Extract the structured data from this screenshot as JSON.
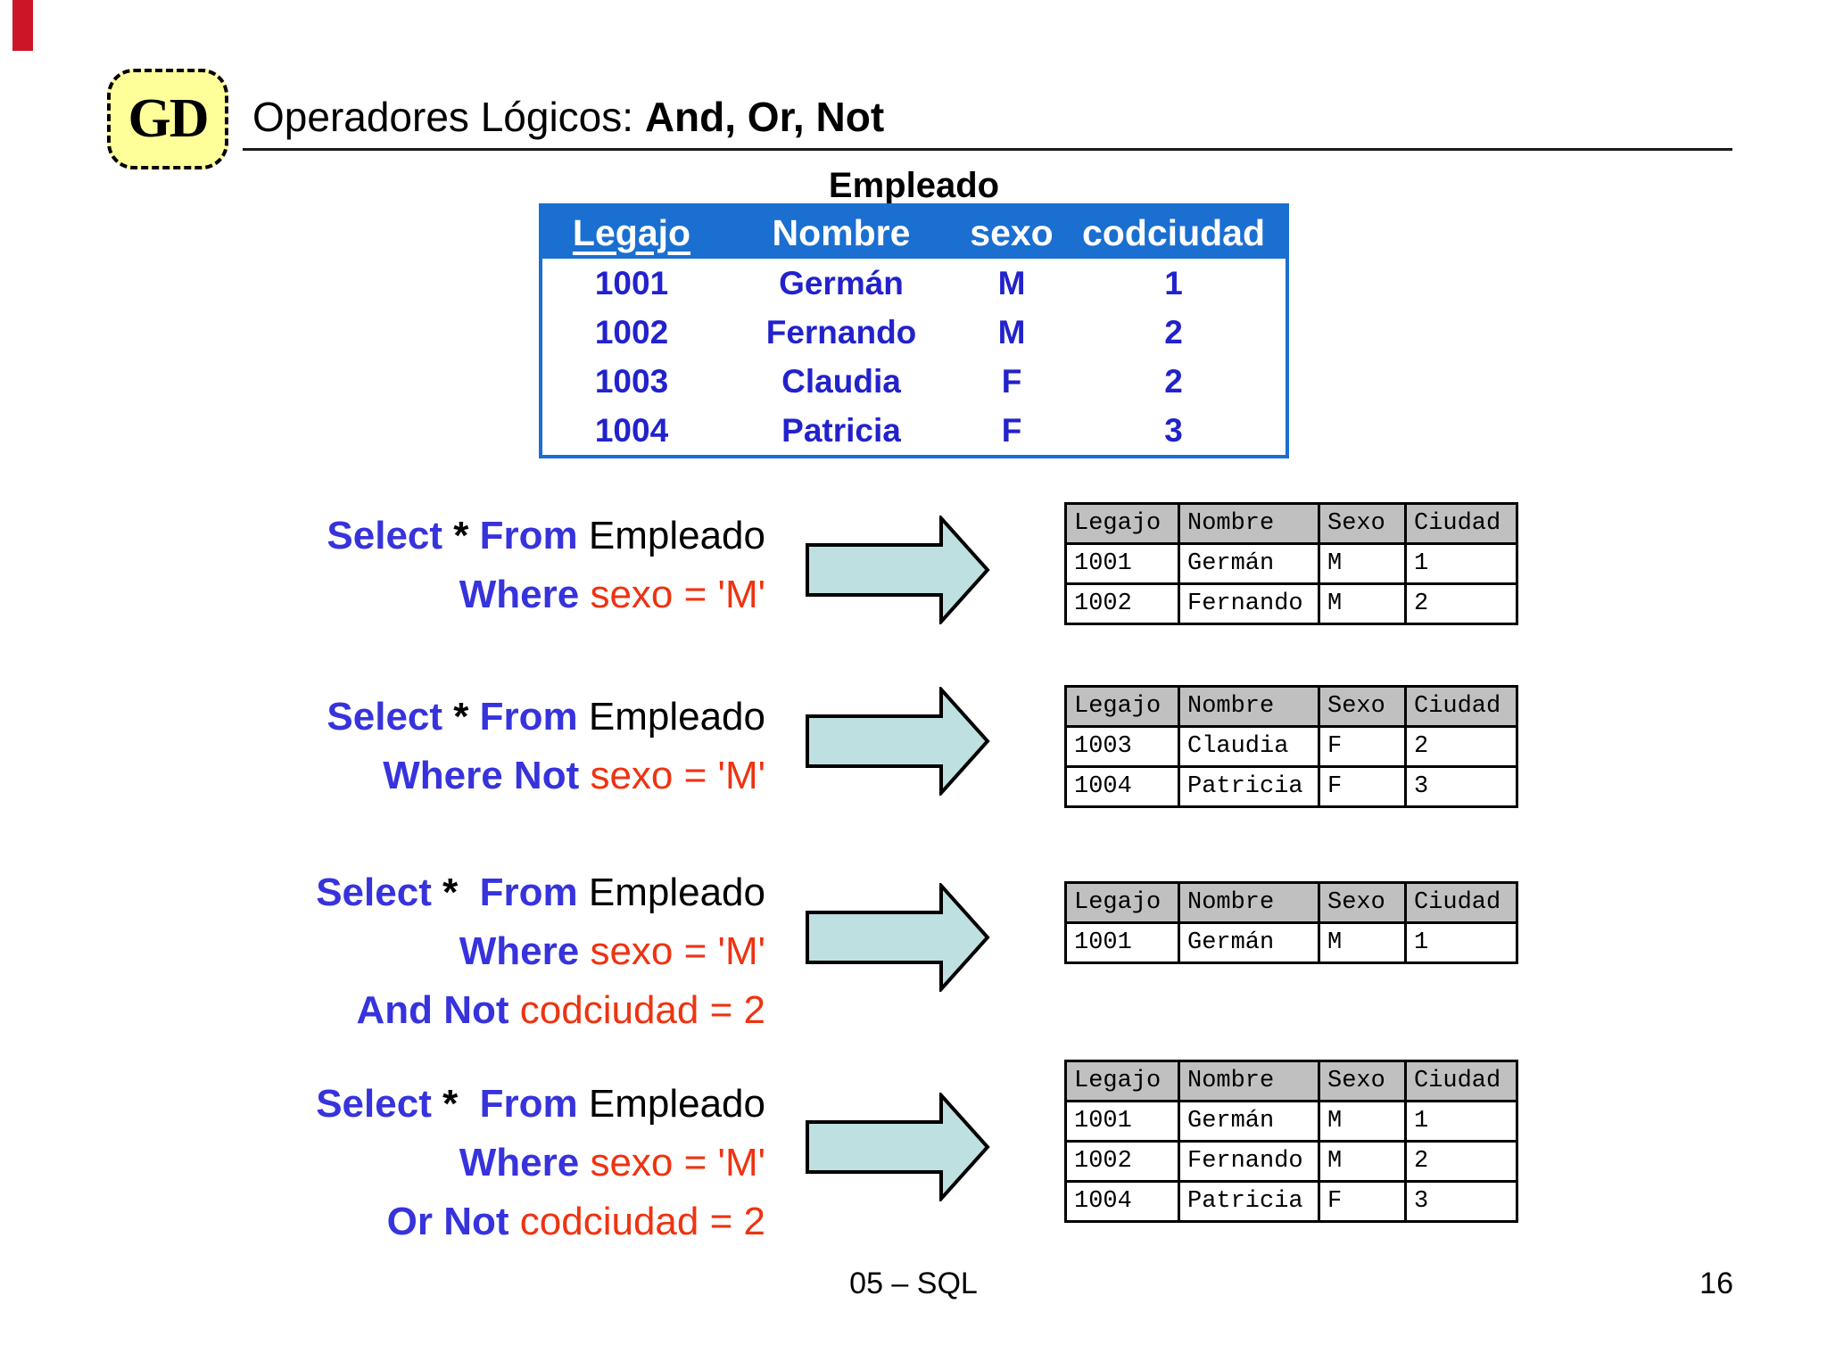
{
  "logo": {
    "text": "GD"
  },
  "header": {
    "title_regular": "Operadores Lógicos: ",
    "title_bold": "And, Or, Not"
  },
  "empleado_table": {
    "title": "Empleado",
    "headers": [
      "Legajo",
      "Nombre",
      "sexo",
      "codciudad"
    ],
    "rows": [
      [
        "1001",
        "Germán",
        "M",
        "1"
      ],
      [
        "1002",
        "Fernando",
        "M",
        "2"
      ],
      [
        "1003",
        "Claudia",
        "F",
        "2"
      ],
      [
        "1004",
        "Patricia",
        "F",
        "3"
      ]
    ]
  },
  "queries": [
    {
      "lines": [
        {
          "segments": [
            {
              "text": "Select",
              "style": "kw"
            },
            {
              "text": " * ",
              "style": "op"
            },
            {
              "text": "From",
              "style": "kw"
            },
            {
              "text": " Empleado",
              "style": "plain"
            }
          ]
        },
        {
          "segments": [
            {
              "text": "Where",
              "style": "kw"
            },
            {
              "text": " sexo = 'M'",
              "style": "cond"
            }
          ]
        }
      ]
    },
    {
      "lines": [
        {
          "segments": [
            {
              "text": "Select",
              "style": "kw"
            },
            {
              "text": " * ",
              "style": "op"
            },
            {
              "text": "From",
              "style": "kw"
            },
            {
              "text": " Empleado",
              "style": "plain"
            }
          ]
        },
        {
          "segments": [
            {
              "text": "Where Not",
              "style": "kw"
            },
            {
              "text": " sexo = 'M'",
              "style": "cond"
            }
          ]
        }
      ]
    },
    {
      "lines": [
        {
          "segments": [
            {
              "text": "Select",
              "style": "kw"
            },
            {
              "text": " *  ",
              "style": "op"
            },
            {
              "text": "From",
              "style": "kw"
            },
            {
              "text": " Empleado",
              "style": "plain"
            }
          ]
        },
        {
          "segments": [
            {
              "text": "Where",
              "style": "kw"
            },
            {
              "text": " sexo = 'M'",
              "style": "cond"
            }
          ]
        },
        {
          "segments": [
            {
              "text": "And Not",
              "style": "kw"
            },
            {
              "text": " codciudad = 2",
              "style": "cond"
            }
          ]
        }
      ]
    },
    {
      "lines": [
        {
          "segments": [
            {
              "text": "Select",
              "style": "kw"
            },
            {
              "text": " *  ",
              "style": "op"
            },
            {
              "text": "From",
              "style": "kw"
            },
            {
              "text": " Empleado",
              "style": "plain"
            }
          ]
        },
        {
          "segments": [
            {
              "text": "Where",
              "style": "kw"
            },
            {
              "text": " sexo = 'M'",
              "style": "cond"
            }
          ]
        },
        {
          "segments": [
            {
              "text": "Or Not",
              "style": "kw"
            },
            {
              "text": " codciudad = 2",
              "style": "cond"
            }
          ]
        }
      ]
    }
  ],
  "result_tables": {
    "headers": [
      "Legajo",
      "Nombre",
      "Sexo",
      "Ciudad"
    ],
    "tables": [
      {
        "rows": [
          [
            "1001",
            "Germán",
            "M",
            "1"
          ],
          [
            "1002",
            "Fernando",
            "M",
            "2"
          ]
        ]
      },
      {
        "rows": [
          [
            "1003",
            "Claudia",
            "F",
            "2"
          ],
          [
            "1004",
            "Patricia",
            "F",
            "3"
          ]
        ]
      },
      {
        "rows": [
          [
            "1001",
            "Germán",
            "M",
            "1"
          ]
        ]
      },
      {
        "rows": [
          [
            "1001",
            "Germán",
            "M",
            "1"
          ],
          [
            "1002",
            "Fernando",
            "M",
            "2"
          ],
          [
            "1004",
            "Patricia",
            "F",
            "3"
          ]
        ]
      }
    ]
  },
  "footer": {
    "left": "05 – SQL",
    "page": "16"
  },
  "colors": {
    "table_blue": "#1A6FD0",
    "data_blue": "#2222CC",
    "kw_blue": "#3733DC",
    "cond_red": "#EE3311",
    "arrow_fill": "#BFE0E0",
    "result_header_gray": "#C0C0C0",
    "logo_yellow": "#FFFF99",
    "corner_mark_red": "#CC1626"
  }
}
